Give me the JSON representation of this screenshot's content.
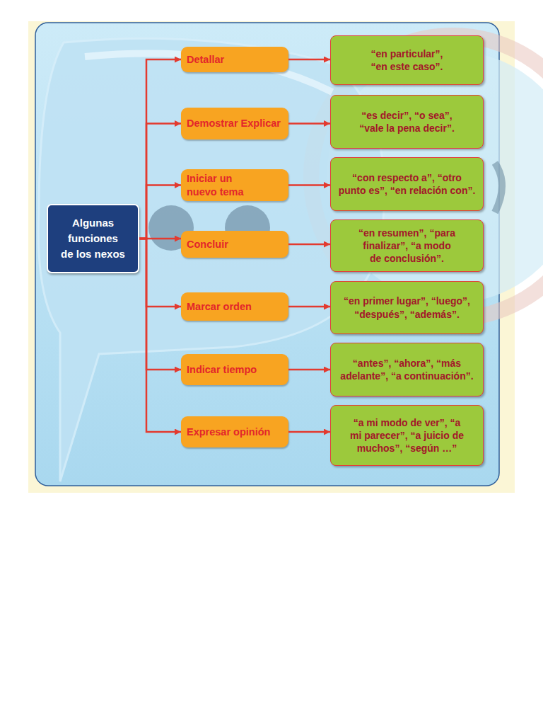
{
  "diagram": {
    "nodes": [
      {
        "text": [
          "Algunas funciones de los nexos"
        ]
      },
      {
        "text": [
          "Detallar"
        ]
      },
      {
        "text": [
          "“en particular”, “en este caso”."
        ]
      },
      {
        "text": [
          "Demostrar Explicar"
        ]
      },
      {
        "text": [
          "“es decir”, “o sea”, “vale la pena decir”."
        ]
      },
      {
        "text": [
          "Iniciar un nuevo tema"
        ]
      },
      {
        "text": [
          "“con respecto a”, “otro punto es”, “en relación con”."
        ]
      },
      {
        "text": [
          "Concluir"
        ]
      },
      {
        "text": [
          "“en resumen”, “para finalizar”, “a modo de conclusión”."
        ]
      },
      {
        "text": [
          "Marcar orden"
        ]
      },
      {
        "text": [
          "“en primer lugar”, “luego”, “después”, “además”."
        ]
      },
      {
        "text": [
          "Indicar tiempo"
        ]
      },
      {
        "text": [
          "“antes”, “ahora”, “más adelante”, “a continuación”."
        ]
      },
      {
        "text": [
          "Expresar opinión"
        ]
      },
      {
        "text": [
          "“a mi modo de ver”, “a mi parecer”, “a juicio de muchos”, “según …”"
        ]
      }
    ],
    "edges": [
      {
        "from": 0,
        "to": 1,
        "arrow": "to"
      },
      {
        "from": 1,
        "to": 2,
        "arrow": "to"
      },
      {
        "from": 0,
        "to": 3,
        "arrow": "to"
      },
      {
        "from": 3,
        "to": 4,
        "arrow": "to"
      },
      {
        "from": 0,
        "to": 5,
        "arrow": "to"
      },
      {
        "from": 5,
        "to": 6,
        "arrow": "to"
      },
      {
        "from": 0,
        "to": 7,
        "arrow": "to"
      },
      {
        "from": 7,
        "to": 8,
        "arrow": "to"
      },
      {
        "from": 0,
        "to": 9,
        "arrow": "to"
      },
      {
        "from": 9,
        "to": 10,
        "arrow": "to"
      },
      {
        "from": 0,
        "to": 11,
        "arrow": "to"
      },
      {
        "from": 11,
        "to": 12,
        "arrow": "to"
      },
      {
        "from": 0,
        "to": 13,
        "arrow": "to"
      },
      {
        "from": 13,
        "to": 14,
        "arrow": "to"
      }
    ]
  }
}
